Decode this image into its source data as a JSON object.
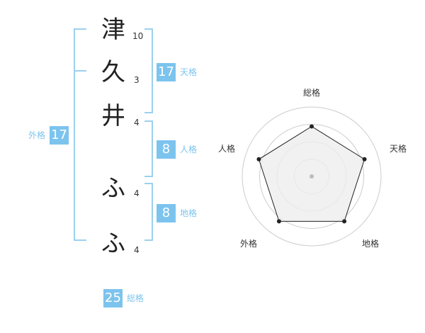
{
  "name_chars": [
    {
      "char": "津",
      "strokes": "10"
    },
    {
      "char": "久",
      "strokes": "3"
    },
    {
      "char": "井",
      "strokes": "4"
    },
    {
      "char": "ふ",
      "strokes": "4"
    },
    {
      "char": "ふ",
      "strokes": "4"
    }
  ],
  "scores": {
    "tenkaku": {
      "value": "17",
      "label": "天格"
    },
    "jinkaku": {
      "value": "8",
      "label": "人格"
    },
    "chikaku": {
      "value": "8",
      "label": "地格"
    },
    "gaikaku": {
      "value": "17",
      "label": "外格"
    },
    "soukaku": {
      "value": "25",
      "label": "総格"
    }
  },
  "chart_data": {
    "type": "radar",
    "axes": [
      "総格",
      "天格",
      "地格",
      "外格",
      "人格"
    ],
    "values": [
      0.72,
      0.8,
      0.8,
      0.8,
      0.8
    ],
    "range": [
      0,
      1
    ],
    "rings": 4,
    "colors": {
      "fill": "#eeeeee",
      "line": "#222222",
      "ring": "#cccccc",
      "center": "#bbbbbb"
    }
  },
  "colors": {
    "accent": "#7cc4ee",
    "bracket": "#9cd0ee"
  }
}
